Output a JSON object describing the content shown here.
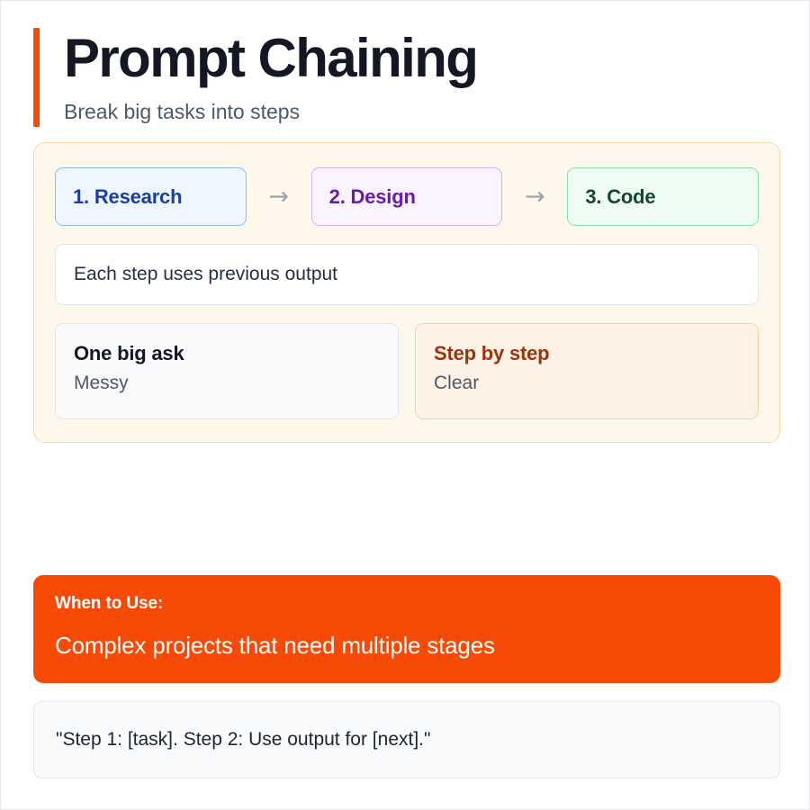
{
  "header": {
    "title": "Prompt Chaining",
    "subtitle": "Break big tasks into steps",
    "accent_color": "#f74a06"
  },
  "flow_panel": {
    "background_color": "#fef7ec",
    "border_color": "#fbd9a8",
    "steps": [
      {
        "label": "1. Research",
        "background_color": "#eff6ff",
        "border_color": "#8cbdf5",
        "text_color": "#1b3f9e"
      },
      {
        "label": "2. Design",
        "background_color": "#faf4ff",
        "border_color": "#d9aef3",
        "text_color": "#6a1aa5"
      },
      {
        "label": "3. Code",
        "background_color": "#f0fdf4",
        "border_color": "#84e3ab",
        "text_color": "#15482b"
      }
    ],
    "arrows": [
      "→",
      "→"
    ],
    "note": "Each step uses previous output",
    "compare": [
      {
        "title": "One big ask",
        "subtitle": "Messy",
        "background_color": "#f8fafc",
        "title_color": "#141824"
      },
      {
        "title": "Step by step",
        "subtitle": "Clear",
        "background_color": "#fdf2e5",
        "title_color": "#9a3310"
      }
    ]
  },
  "when_to_use": {
    "label": "When to Use:",
    "text": "Complex projects that need multiple stages",
    "background_color": "#f74a06"
  },
  "example": {
    "text": "\"Step 1: [task]. Step 2: Use output for [next].\""
  }
}
